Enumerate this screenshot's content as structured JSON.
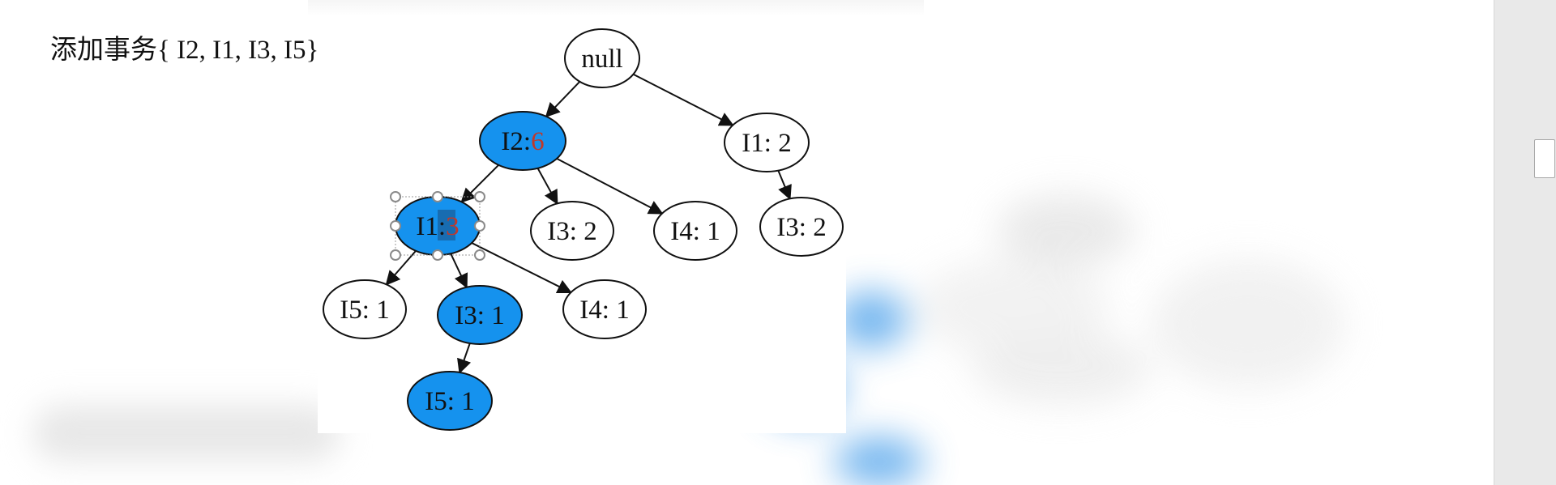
{
  "caption": "添加事务{ I2, I1, I3, I5}",
  "tree": {
    "nodes": [
      {
        "id": "null",
        "label": "null",
        "count": "",
        "highlighted": false
      },
      {
        "id": "i2",
        "label": "I2:",
        "count": "6",
        "highlighted": true,
        "count_red": true
      },
      {
        "id": "i1-top",
        "label": "I1: 2",
        "count": "",
        "highlighted": false
      },
      {
        "id": "i1",
        "label": "I1:",
        "count": "3",
        "highlighted": true,
        "count_red": true,
        "selected": true
      },
      {
        "id": "i3-a",
        "label": "I3: 2",
        "count": "",
        "highlighted": false
      },
      {
        "id": "i4-a",
        "label": "I4: 1",
        "count": "",
        "highlighted": false
      },
      {
        "id": "i3-b",
        "label": "I3: 2",
        "count": "",
        "highlighted": false
      },
      {
        "id": "i5-a",
        "label": "I5: 1",
        "count": "",
        "highlighted": false
      },
      {
        "id": "i3-c",
        "label": "I3: 1",
        "count": "",
        "highlighted": true
      },
      {
        "id": "i4-b",
        "label": "I4: 1",
        "count": "",
        "highlighted": false
      },
      {
        "id": "i5-b",
        "label": "I5: 1",
        "count": "",
        "highlighted": true
      }
    ],
    "edges": [
      [
        "null",
        "i2"
      ],
      [
        "null",
        "i1-top"
      ],
      [
        "i2",
        "i1"
      ],
      [
        "i2",
        "i3-a"
      ],
      [
        "i2",
        "i4-a"
      ],
      [
        "i1-top",
        "i3-b"
      ],
      [
        "i1",
        "i5-a"
      ],
      [
        "i1",
        "i3-c"
      ],
      [
        "i1",
        "i4-b"
      ],
      [
        "i3-c",
        "i5-b"
      ]
    ]
  },
  "colors": {
    "highlight_fill": "#1592ee",
    "node_fill": "#ffffff",
    "stroke": "#111111",
    "count_red": "#c0392b"
  }
}
